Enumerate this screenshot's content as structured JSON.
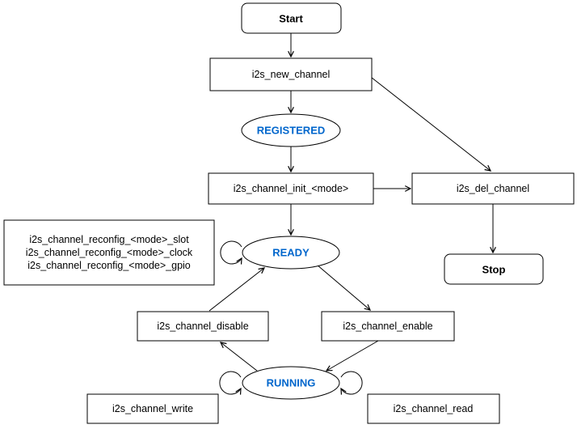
{
  "diagram": {
    "type": "state-flowchart",
    "background": "#ffffff",
    "colors": {
      "state_text": "#0066CC",
      "node_border": "#000000",
      "node_fill": "#ffffff",
      "label_text": "#000000",
      "edge": "#000000"
    },
    "nodes": {
      "start": {
        "label": "Start",
        "shape": "rounded-rect"
      },
      "new_channel": {
        "label": "i2s_new_channel",
        "shape": "rect"
      },
      "registered": {
        "label": "REGISTERED",
        "shape": "ellipse"
      },
      "channel_init": {
        "label": "i2s_channel_init_<mode>",
        "shape": "rect"
      },
      "del_channel": {
        "label": "i2s_del_channel",
        "shape": "rect"
      },
      "stop": {
        "label": "Stop",
        "shape": "rounded-rect"
      },
      "ready": {
        "label": "READY",
        "shape": "ellipse"
      },
      "reconfig": {
        "shape": "rect",
        "lines": [
          "i2s_channel_reconfig_<mode>_slot",
          "i2s_channel_reconfig_<mode>_clock",
          "i2s_channel_reconfig_<mode>_gpio"
        ]
      },
      "channel_disable": {
        "label": "i2s_channel_disable",
        "shape": "rect"
      },
      "channel_enable": {
        "label": "i2s_channel_enable",
        "shape": "rect"
      },
      "running": {
        "label": "RUNNING",
        "shape": "ellipse"
      },
      "channel_write": {
        "label": "i2s_channel_write",
        "shape": "rect"
      },
      "channel_read": {
        "label": "i2s_channel_read",
        "shape": "rect"
      }
    },
    "edges": [
      {
        "from": "start",
        "to": "new_channel"
      },
      {
        "from": "new_channel",
        "to": "registered"
      },
      {
        "from": "new_channel",
        "to": "del_channel"
      },
      {
        "from": "registered",
        "to": "channel_init"
      },
      {
        "from": "channel_init",
        "to": "ready"
      },
      {
        "from": "channel_init",
        "to": "del_channel"
      },
      {
        "from": "del_channel",
        "to": "stop"
      },
      {
        "from": "ready",
        "to": "ready",
        "note": "self-loop-left"
      },
      {
        "from": "ready",
        "to": "channel_enable"
      },
      {
        "from": "channel_disable",
        "to": "ready"
      },
      {
        "from": "channel_enable",
        "to": "running"
      },
      {
        "from": "running",
        "to": "channel_disable"
      },
      {
        "from": "running",
        "to": "running",
        "note": "self-loop-left"
      },
      {
        "from": "running",
        "to": "running",
        "note": "self-loop-right"
      }
    ]
  }
}
